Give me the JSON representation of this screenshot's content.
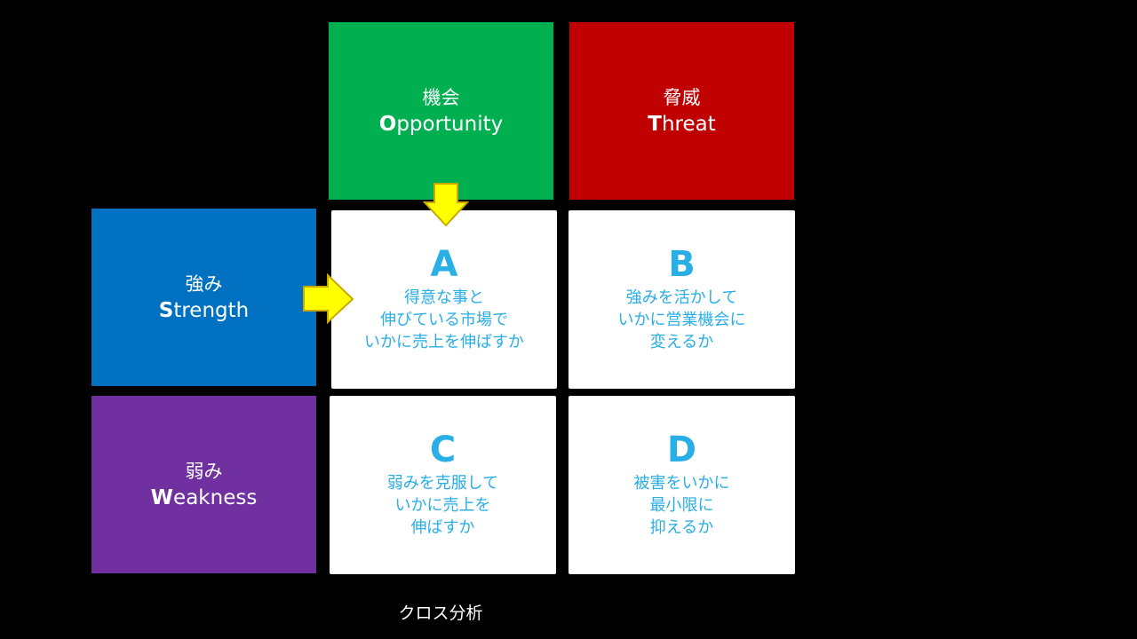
{
  "colors": {
    "background": "#000000",
    "opportunity": "#00b050",
    "threat": "#c00000",
    "strength": "#0070c0",
    "weakness": "#7030a0",
    "cell_text": "#29aee6",
    "arrow_fill": "#ffff00",
    "arrow_stroke": "#c9a800"
  },
  "opportunity": {
    "jp": "機会",
    "initial": "O",
    "rest": "pportunity"
  },
  "threat": {
    "jp": "脅威",
    "initial": "T",
    "rest": "hreat"
  },
  "strength": {
    "jp": "強み",
    "initial": "S",
    "rest": "trength"
  },
  "weakness": {
    "jp": "弱み",
    "initial": "W",
    "rest": "eakness"
  },
  "cells": {
    "a": {
      "letter": "A",
      "lines": [
        "得意な事と",
        "伸びている市場で",
        "いかに売上を伸ばすか"
      ]
    },
    "b": {
      "letter": "B",
      "lines": [
        "強みを活かして",
        "いかに営業機会に",
        "変えるか"
      ]
    },
    "c": {
      "letter": "C",
      "lines": [
        "弱みを克服して",
        "いかに売上を",
        "伸ばすか"
      ]
    },
    "d": {
      "letter": "D",
      "lines": [
        "被害をいかに",
        "最小限に",
        "抑えるか"
      ]
    }
  },
  "caption": "クロス分析"
}
